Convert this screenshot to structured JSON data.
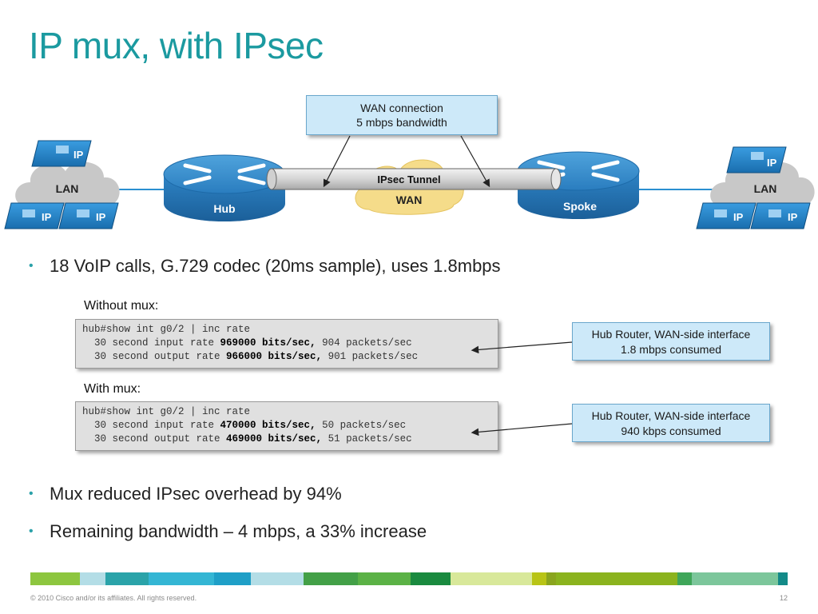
{
  "slide": {
    "title": "IP mux, with IPsec",
    "diagram": {
      "wan_callout_line1": "WAN connection",
      "wan_callout_line2": "5 mbps bandwidth",
      "tunnel_label": "IPsec Tunnel",
      "wan_label": "WAN",
      "hub_label": "Hub",
      "spoke_label": "Spoke",
      "lan_left": "LAN",
      "lan_right": "LAN",
      "phone_label": "IP"
    },
    "bullets": [
      "18 VoIP calls, G.729 codec (20ms sample), uses 1.8mbps",
      "Mux reduced IPsec overhead by 94%",
      "Remaining bandwidth – 4 mbps, a 33% increase"
    ],
    "without_mux": {
      "label": "Without mux:",
      "cmd": "hub#show int g0/2 | inc rate",
      "in_prefix": "  30 second input rate ",
      "in_rate": "969000 bits/sec,",
      "in_pkts": " 904 packets/sec",
      "out_prefix": "  30 second output rate ",
      "out_rate": "966000 bits/sec,",
      "out_pkts": " 901 packets/sec",
      "callout_line1": "Hub Router, WAN-side interface",
      "callout_line2": "1.8 mbps consumed"
    },
    "with_mux": {
      "label": "With mux:",
      "cmd": "hub#show int g0/2 | inc rate",
      "in_prefix": "  30 second input rate ",
      "in_rate": "470000 bits/sec,",
      "in_pkts": " 50 packets/sec",
      "out_prefix": "  30 second output rate ",
      "out_rate": "469000 bits/sec,",
      "out_pkts": " 51 packets/sec",
      "callout_line1": "Hub Router, WAN-side interface",
      "callout_line2": "940 kbps consumed"
    },
    "footer": "© 2010 Cisco and/or its affiliates. All rights reserved.",
    "page_number": "12",
    "colors": {
      "title": "#1b9aa0",
      "callout_fill": "#cde9f9",
      "router": "#2b7fc0",
      "phone": "#1e7fc0"
    }
  }
}
